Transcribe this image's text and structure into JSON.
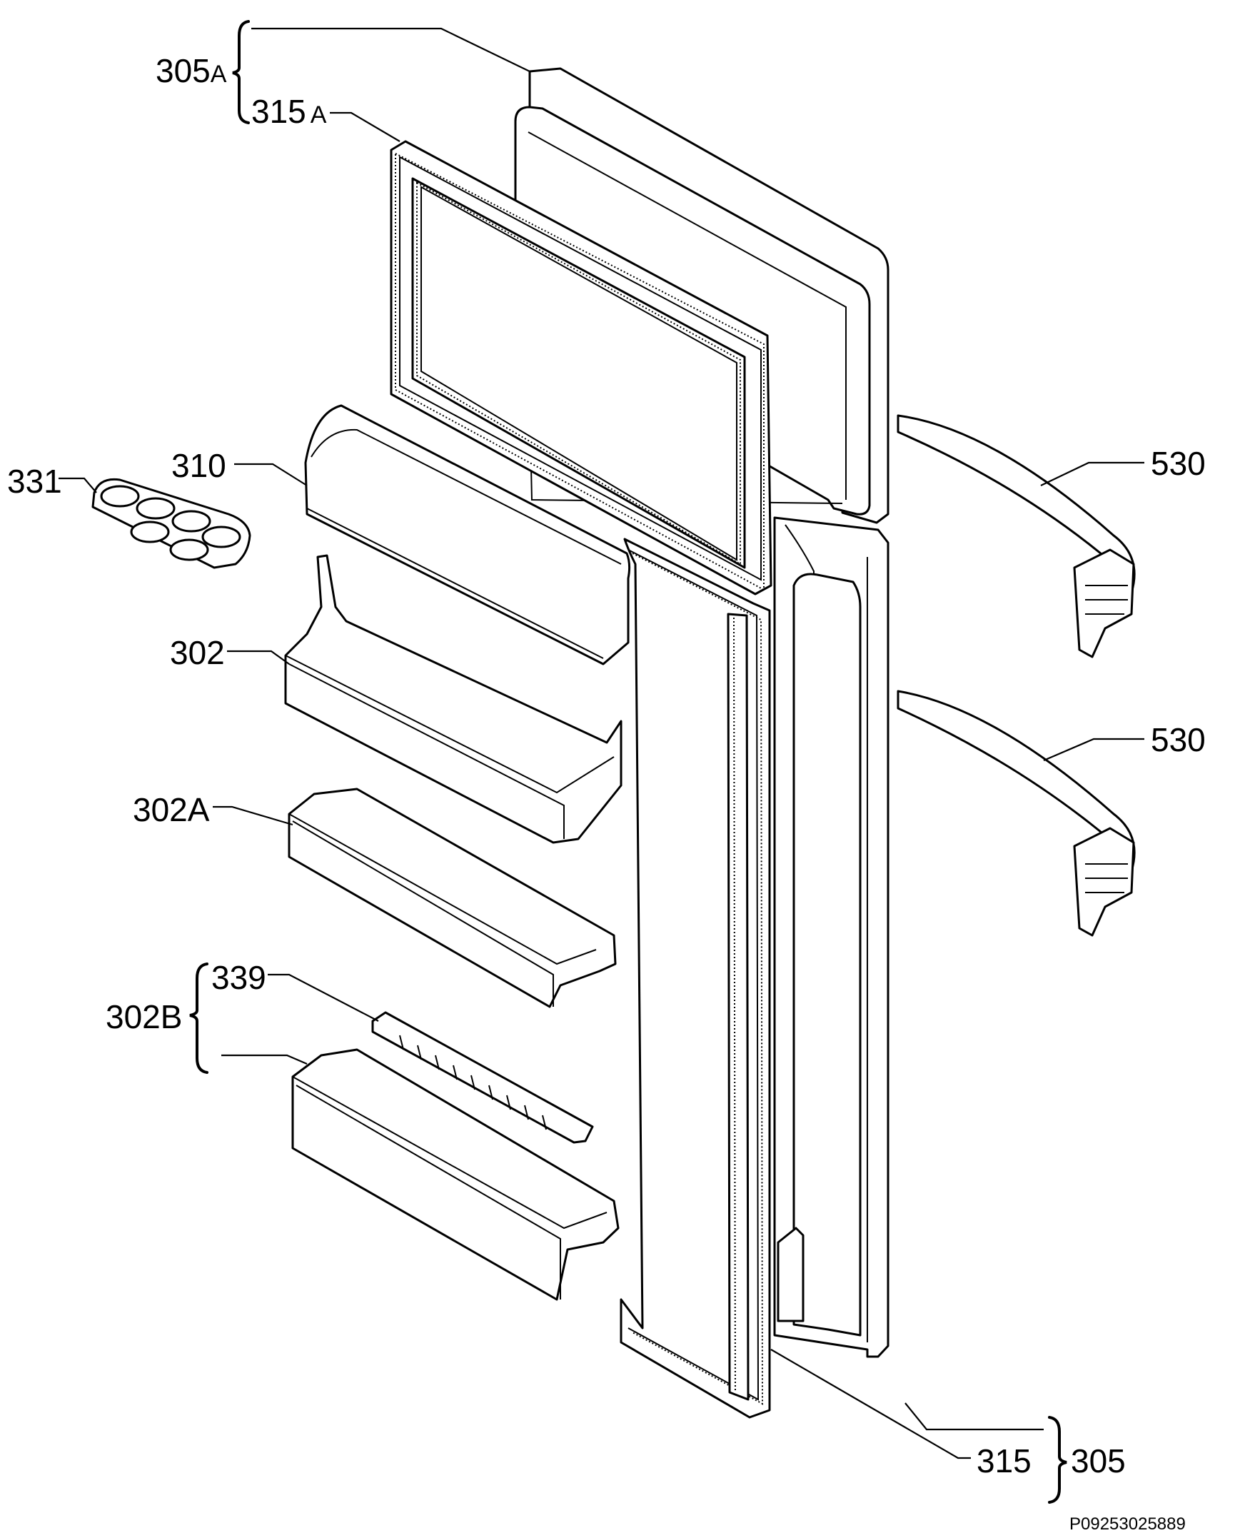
{
  "diagram": {
    "reference_code": "P09253025889",
    "labels": {
      "door_freezer": "305",
      "door_freezer_suffix": "A",
      "gasket_freezer": "315",
      "gasket_freezer_suffix": "A",
      "egg_tray": "331",
      "shelf_cover": "310",
      "door_shelf": "302",
      "door_shelf_a": "302A",
      "door_shelf_b_group": "302B",
      "bottle_holder": "339",
      "handle_upper": "530",
      "handle_lower": "530",
      "door_fridge": "305",
      "gasket_fridge": "315"
    }
  }
}
